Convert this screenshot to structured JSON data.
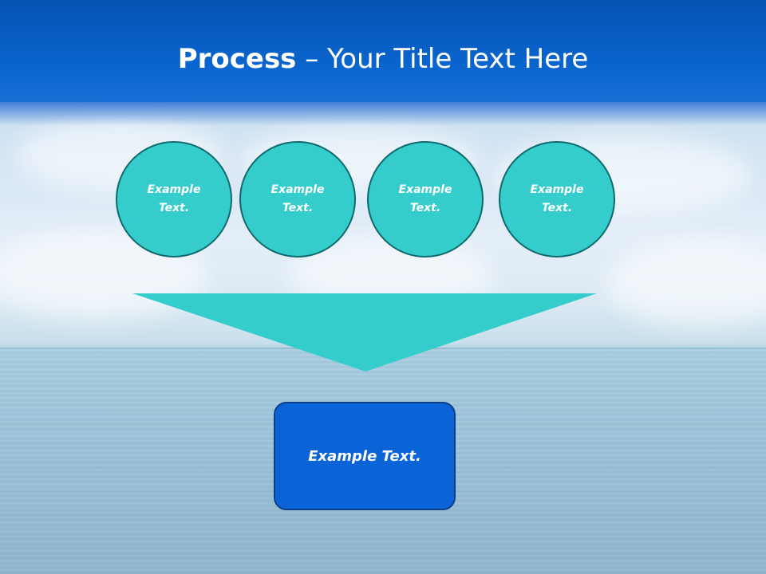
{
  "title": {
    "bold": "Process",
    "rest": " – Your Title Text Here"
  },
  "inputs": [
    {
      "line1": "Example",
      "line2": "Text."
    },
    {
      "line1": "Example",
      "line2": "Text."
    },
    {
      "line1": "Example",
      "line2": "Text."
    },
    {
      "line1": "Example",
      "line2": "Text."
    }
  ],
  "output": {
    "label": "Example Text."
  },
  "colors": {
    "header": "#0b66d0",
    "circle_fill": "#35cccc",
    "circle_border": "#0f6a6e",
    "funnel": "#35cccc",
    "box_fill": "#0a64d8",
    "box_border": "#0b3f8c"
  }
}
